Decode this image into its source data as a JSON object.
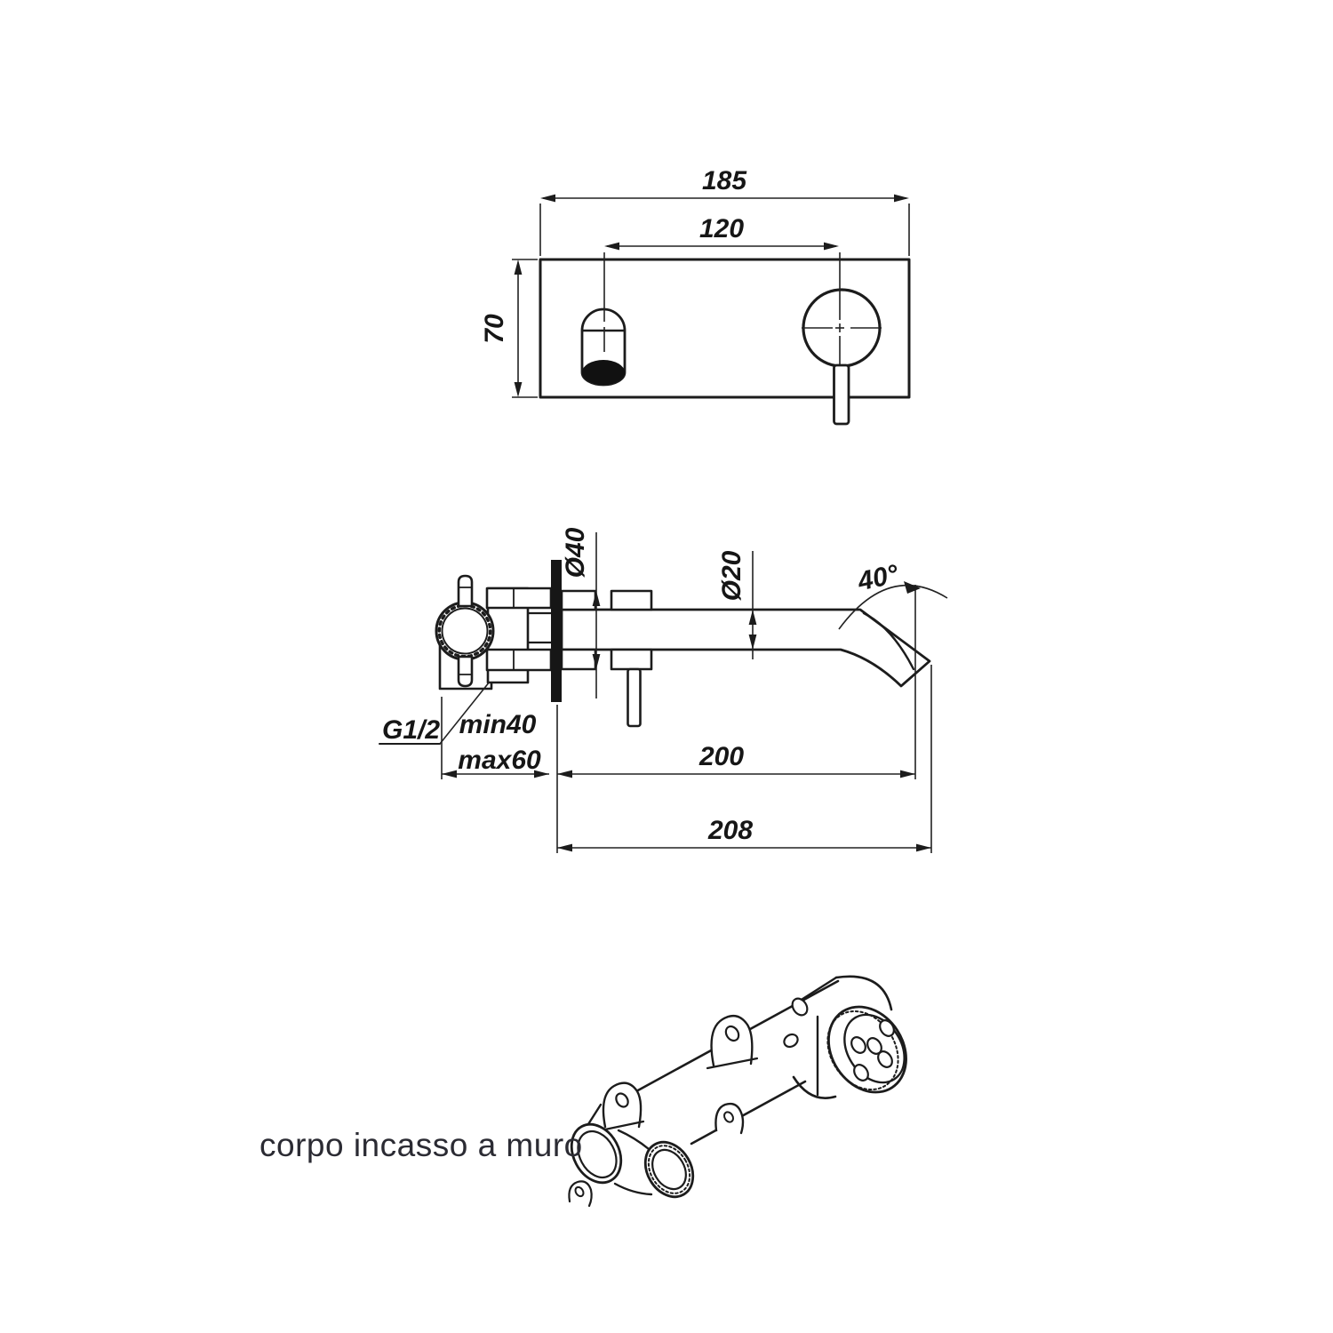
{
  "drawing": {
    "caption": "corpo incasso a muro",
    "dimensions": {
      "plate_width": "185",
      "hole_spacing": "120",
      "plate_height": "70",
      "rosette_diameter": "Ø40",
      "spout_tube_diameter": "Ø20",
      "spout_angle": "40°",
      "inlet_thread": "G1/2",
      "recess_depth_min": "min40",
      "recess_depth_max": "max60",
      "spout_projection": "200",
      "spout_total_projection": "208"
    },
    "colors": {
      "line": "#1c1c1c",
      "background": "#ffffff",
      "caption_text": "#2b2b33"
    }
  }
}
